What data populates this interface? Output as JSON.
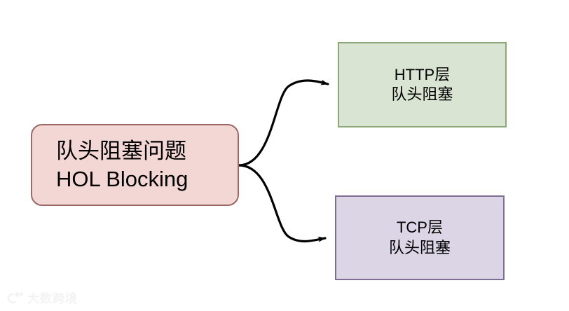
{
  "diagram": {
    "type": "flowchart",
    "direction": "left-to-right",
    "background_color": "#ffffff",
    "nodes": [
      {
        "id": "root",
        "lines": [
          "队头阻塞问题",
          "HOL Blocking"
        ],
        "line1": "队头阻塞问题",
        "line2": "HOL Blocking",
        "shape": "rounded-rectangle",
        "fill_color": "#f2d7d4",
        "border_color": "#9b6a66",
        "text_color": "#000000"
      },
      {
        "id": "http",
        "lines": [
          "HTTP层",
          "队头阻塞"
        ],
        "line1": "HTTP层",
        "line2": "队头阻塞",
        "shape": "rectangle",
        "fill_color": "#d9e4d2",
        "border_color": "#8ca879",
        "text_color": "#000000"
      },
      {
        "id": "tcp",
        "lines": [
          "TCP层",
          "队头阻塞"
        ],
        "line1": "TCP层",
        "line2": "队头阻塞",
        "shape": "rectangle",
        "fill_color": "#dcd5e6",
        "border_color": "#7e6d95",
        "text_color": "#000000"
      }
    ],
    "edges": [
      {
        "id": "root-to-http",
        "from": "root",
        "to": "http",
        "label": "",
        "style": "curved-arrow",
        "color": "#000000"
      },
      {
        "id": "root-to-tcp",
        "from": "root",
        "to": "tcp",
        "label": "",
        "style": "curved-arrow",
        "color": "#000000"
      }
    ]
  },
  "watermark": {
    "text": "大数跨境",
    "icon": "logo-icon",
    "color": "#e8e8e8"
  }
}
